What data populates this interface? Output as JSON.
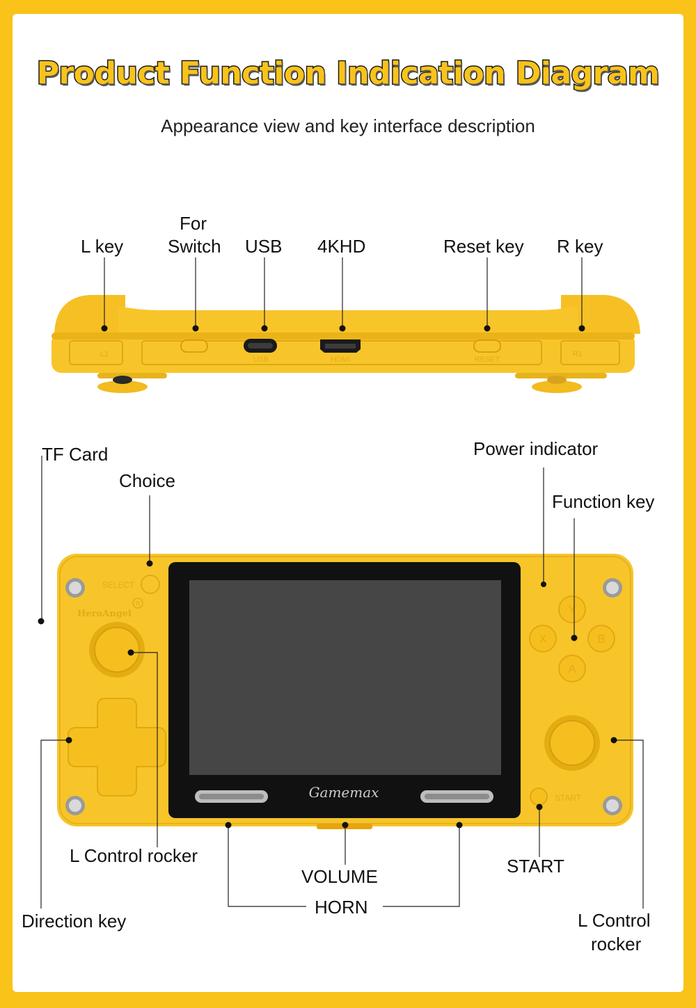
{
  "title": "Product Function Indication Diagram",
  "subtitle": "Appearance view and key interface description",
  "top_labels": {
    "l_key": "L key",
    "for_switch_line1": "For",
    "for_switch_line2": "Switch",
    "usb": "USB",
    "hd": "4KHD",
    "reset_key": "Reset key",
    "r_key": "R key"
  },
  "top_device_print": {
    "l1": "L1",
    "usb": "USB",
    "hdmi": "HDMI",
    "reset": "RESET",
    "r1": "R1"
  },
  "front_labels": {
    "tf_card": "TF Card",
    "choice": "Choice",
    "power_indicator": "Power indicator",
    "function_key": "Function key",
    "l_control_rocker": "L Control rocker",
    "volume": "VOLUME",
    "horn": "HORN",
    "start": "START",
    "direction_key": "Direction key",
    "r_rocker_line1": "L Control",
    "r_rocker_line2": "rocker"
  },
  "front_device_print": {
    "select": "SELECT",
    "brand": "HeroAngel",
    "registered": "R",
    "logo": "Gamemax",
    "start": "START",
    "btn_y": "Y",
    "btn_x": "X",
    "btn_b": "B",
    "btn_a": "A"
  },
  "colors": {
    "device": "#f7c52a",
    "device_shade": "#e5ae12",
    "screen": "#464646",
    "bezel": "#111111",
    "frame": "#f9c31a"
  }
}
